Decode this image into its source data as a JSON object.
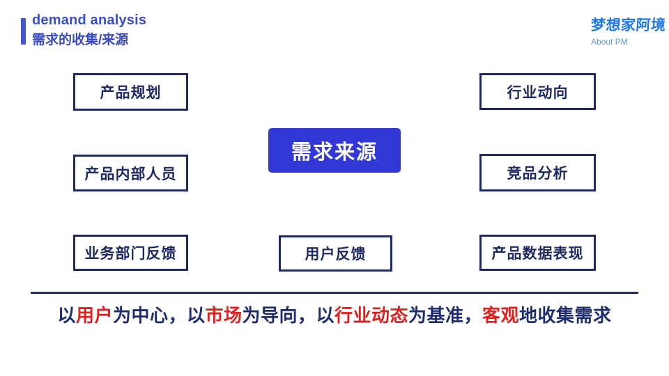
{
  "header": {
    "title_en": "demand analysis",
    "title_zh": "需求的收集/来源",
    "accent_color": "#4557c8"
  },
  "logo": {
    "name": "梦想家阿境",
    "subtitle": "About PM",
    "name_color": "#1e78e8",
    "subtitle_color": "#5b9bd5"
  },
  "diagram": {
    "center": {
      "label": "需求来源",
      "bg_color": "#3238d6",
      "text_color": "#ffffff"
    },
    "border_color": "#1f2a63",
    "boxes": [
      {
        "id": "product-planning",
        "label": "产品规划"
      },
      {
        "id": "internal-staff",
        "label": "产品内部人员"
      },
      {
        "id": "business-dept-feedback",
        "label": "业务部门反馈"
      },
      {
        "id": "industry-trends",
        "label": "行业动向"
      },
      {
        "id": "competitor-analysis",
        "label": "竞品分析"
      },
      {
        "id": "product-data-performance",
        "label": "产品数据表现"
      },
      {
        "id": "user-feedback",
        "label": "用户反馈"
      }
    ]
  },
  "footer": {
    "navy_color": "#1f2d6e",
    "red_color": "#e01f1f",
    "segments": [
      {
        "text": "以",
        "color": "#1f2d6e"
      },
      {
        "text": "用户",
        "color": "#e01f1f"
      },
      {
        "text": "为中心，以",
        "color": "#1f2d6e"
      },
      {
        "text": "市场",
        "color": "#e01f1f"
      },
      {
        "text": "为导向，以",
        "color": "#1f2d6e"
      },
      {
        "text": "行业动态",
        "color": "#e01f1f"
      },
      {
        "text": "为基准，",
        "color": "#1f2d6e"
      },
      {
        "text": "客观",
        "color": "#e01f1f"
      },
      {
        "text": "地收集需求",
        "color": "#1f2d6e"
      }
    ]
  }
}
